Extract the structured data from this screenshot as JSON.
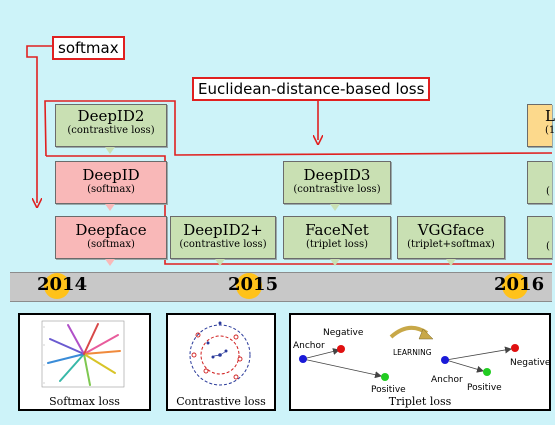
{
  "callouts": {
    "softmax": "softmax",
    "euclidean": "Euclidean-distance-based loss"
  },
  "nodes": {
    "deepid2": {
      "title": "DeepID2",
      "sub": "(contrastive loss)"
    },
    "deepid": {
      "title": "DeepID",
      "sub": "(softmax)"
    },
    "deepface": {
      "title": "Deepface",
      "sub": "(softmax)"
    },
    "deepid2plus": {
      "title": "DeepID2+",
      "sub": "(contrastive loss)"
    },
    "deepid3": {
      "title": "DeepID3",
      "sub": "(contrastive loss)"
    },
    "facenet": {
      "title": "FaceNet",
      "sub": "(triplet loss)"
    },
    "vggface": {
      "title": "VGGface",
      "sub": "(triplet+softmax)"
    },
    "cut_orange": {
      "title": "L",
      "sub": "(1"
    },
    "cut_green1": {
      "title": "("
    },
    "cut_green2": {
      "title": "("
    }
  },
  "timeline": {
    "years": [
      "2014",
      "2015",
      "2016"
    ]
  },
  "panels": {
    "softmax": {
      "caption": "Softmax loss"
    },
    "contrastive": {
      "caption": "Contrastive loss"
    },
    "triplet": {
      "caption": "Triplet loss",
      "anchor1": "Anchor",
      "negative1": "Negative",
      "positive1": "Positive",
      "learning": "LEARNING",
      "anchor2": "Anchor",
      "positive2": "Positive",
      "negative2": "Negative"
    }
  },
  "colors": {
    "background": "#cdf3f9",
    "callout_border": "#e02020",
    "green_node": "#c9e0b3",
    "pink_node": "#f9b8b8",
    "orange_node": "#fcd98c",
    "year_dot": "#ffc21a"
  }
}
